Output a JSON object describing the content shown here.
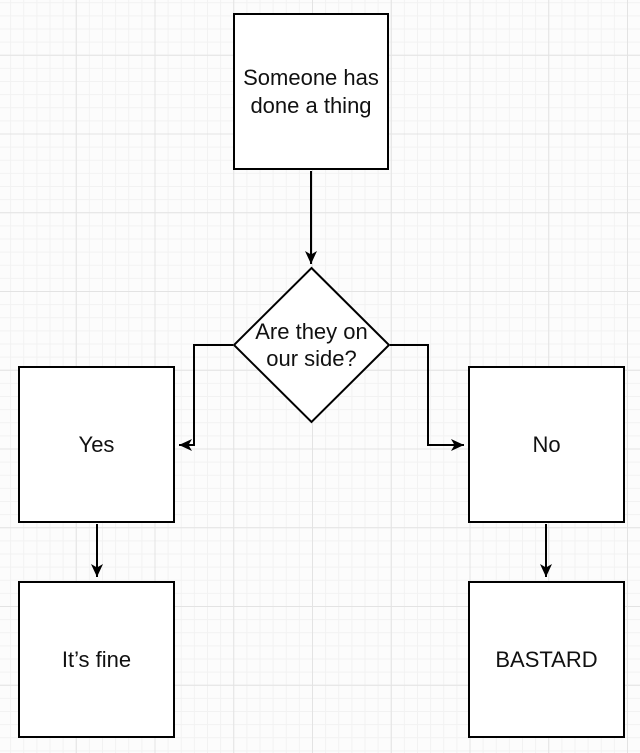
{
  "diagram": {
    "type": "flowchart",
    "nodes": {
      "start": {
        "label": "Someone has done a thing",
        "shape": "rectangle"
      },
      "decision": {
        "label": "Are they on our side?",
        "shape": "diamond"
      },
      "yes": {
        "label": "Yes",
        "shape": "rectangle"
      },
      "no": {
        "label": "No",
        "shape": "rectangle"
      },
      "its_fine": {
        "label": "It’s fine",
        "shape": "rectangle"
      },
      "bastard": {
        "label": "BASTARD",
        "shape": "rectangle"
      }
    },
    "edges": [
      {
        "from": "start",
        "to": "decision"
      },
      {
        "from": "decision",
        "to": "yes"
      },
      {
        "from": "decision",
        "to": "no"
      },
      {
        "from": "yes",
        "to": "its_fine"
      },
      {
        "from": "no",
        "to": "bastard"
      }
    ]
  },
  "colors": {
    "stroke": "#000000",
    "node_fill": "#ffffff",
    "text": "#111111",
    "background": "#fcfcfc",
    "grid_minor": "#f2f2f2",
    "grid_major": "#e3e3e3"
  }
}
